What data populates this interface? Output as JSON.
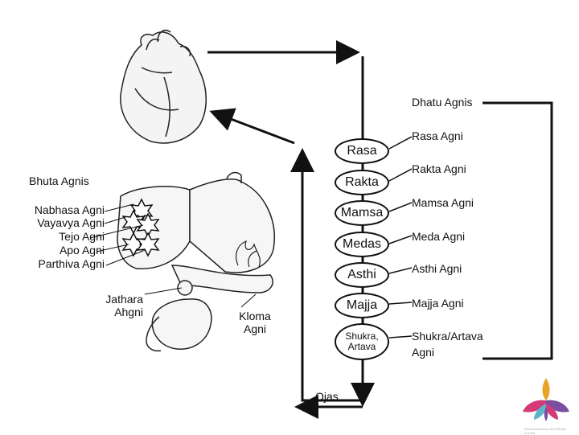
{
  "dhatu_agnis": {
    "heading": "Dhatu Agnis",
    "items": [
      "Rasa Agni",
      "Rakta Agni",
      "Mamsa Agni",
      "Meda Agni",
      "Asthi Agni",
      "Majja Agni"
    ],
    "last_line1": "Shukra/Artava",
    "last_line2": "Agni"
  },
  "dhatus": [
    "Rasa",
    "Rakta",
    "Mamsa",
    "Medas",
    "Asthi",
    "Majja"
  ],
  "dhatu_last": {
    "line1": "Shukra,",
    "line2": "Artava"
  },
  "bhuta_agnis": {
    "heading": "Bhuta Agnis",
    "items": [
      "Nabhasa Agni",
      "Vayavya Agni",
      "Tejo Agni",
      "Apo Agni",
      "Parthiva Agni"
    ]
  },
  "jathara": {
    "line1": "Jathara",
    "line2": "Ahgni"
  },
  "kloma": {
    "line1": "Kloma",
    "line2": "Agni"
  },
  "ojas": "Ojas",
  "logo": {
    "text": "SHIVANANDA ASHRAM · YOGA",
    "colors": [
      "#e9a325",
      "#d43a78",
      "#5bb6c9",
      "#7a4fa0"
    ]
  }
}
